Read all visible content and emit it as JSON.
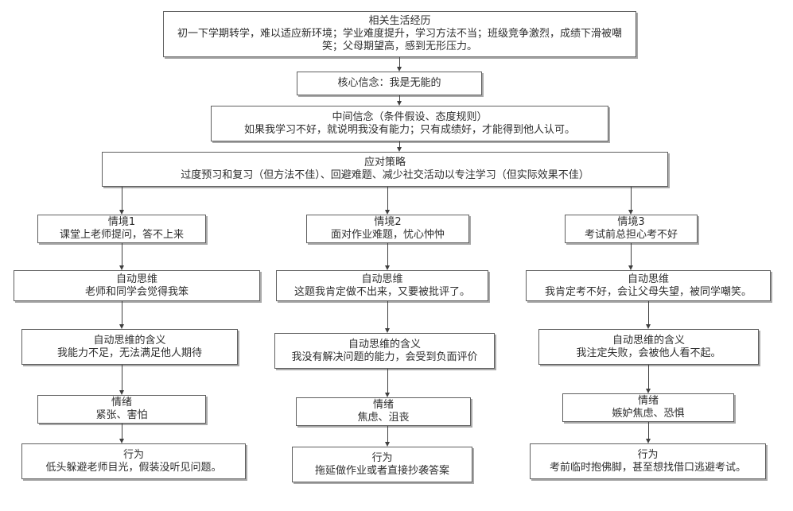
{
  "diagram": {
    "life_experience": {
      "title": "相关生活经历",
      "body": "初一下学期转学，难以适应新环境；学业难度提升，学习方法不当；班级竞争激烈，成绩下滑被嘲笑；父母期望高，感到无形压力。"
    },
    "core_belief": {
      "label": "核心信念：我是无能的"
    },
    "intermediate_belief": {
      "title": "中间信念（条件假设、态度规则）",
      "body": "如果我学习不好，就说明我没有能力；只有成绩好，才能得到他人认可。"
    },
    "coping_strategy": {
      "title": "应对策略",
      "body": "过度预习和复习（但方法不佳）、回避难题、减少社交活动以专注学习（但实际效果不佳）"
    },
    "columns": [
      {
        "situation": {
          "title": "情境1",
          "body": "课堂上老师提问，答不上来"
        },
        "automatic_thought": {
          "title": "自动思维",
          "body": "老师和同学会觉得我笨"
        },
        "thought_meaning": {
          "title": "自动思维的含义",
          "body": "我能力不足，无法满足他人期待"
        },
        "emotion": {
          "title": "情绪",
          "body": "紧张、害怕"
        },
        "behavior": {
          "title": "行为",
          "body": "低头躲避老师目光，假装没听见问题。"
        }
      },
      {
        "situation": {
          "title": "情境2",
          "body": "面对作业难题，忧心忡忡"
        },
        "automatic_thought": {
          "title": "自动思维",
          "body": "这题我肯定做不出来，又要被批评了。"
        },
        "thought_meaning": {
          "title": "自动思维的含义",
          "body": "我没有解决问题的能力，会受到负面评价"
        },
        "emotion": {
          "title": "情绪",
          "body": "焦虑、沮丧"
        },
        "behavior": {
          "title": "行为",
          "body": "拖延做作业或者直接抄袭答案"
        }
      },
      {
        "situation": {
          "title": "情境3",
          "body": "考试前总担心考不好"
        },
        "automatic_thought": {
          "title": "自动思维",
          "body": "我肯定考不好，会让父母失望，被同学嘲笑。"
        },
        "thought_meaning": {
          "title": "自动思维的含义",
          "body": "我注定失败，会被他人看不起。"
        },
        "emotion": {
          "title": "情绪",
          "body": "嫉妒焦虑、恐惧"
        },
        "behavior": {
          "title": "行为",
          "body": "考前临时抱佛脚，甚至想找借口逃避考试。"
        }
      }
    ]
  },
  "colors": {
    "background": "#ffffff",
    "box_border": "#5f5f5f",
    "box_shadow": "#a9a9a9",
    "connector": "#3f3f3f",
    "text": "#2e2e2e"
  }
}
